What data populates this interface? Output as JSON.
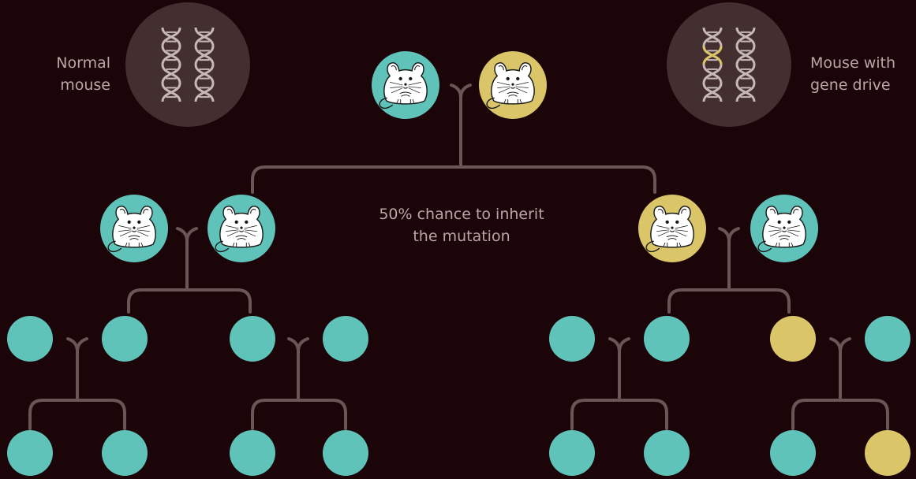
{
  "legend": {
    "normal": {
      "label_line1": "Normal",
      "label_line2": "mouse",
      "icon": "dna-double-helix-icon"
    },
    "gene_drive": {
      "label_line1": "Mouse with",
      "label_line2": "gene drive",
      "icon": "dna-double-helix-highlighted-icon"
    }
  },
  "annotation": {
    "line1": "50% chance to inherit",
    "line2": "the mutation"
  },
  "colors": {
    "background": "#1b0509",
    "normal": "#5fc3ba",
    "gene_drive": "#dac668",
    "connector": "#6b5656",
    "badge": "#432e30",
    "text": "#b9a6a6"
  },
  "generations": {
    "parents": [
      "normal",
      "gene_drive"
    ],
    "gen1": [
      "normal",
      "normal",
      "gene_drive",
      "normal"
    ],
    "gen2": [
      "normal",
      "normal",
      "normal",
      "normal",
      "normal",
      "normal",
      "gene_drive",
      "normal"
    ],
    "gen3": [
      "normal",
      "normal",
      "normal",
      "normal",
      "normal",
      "normal",
      "normal",
      "gene_drive"
    ]
  }
}
